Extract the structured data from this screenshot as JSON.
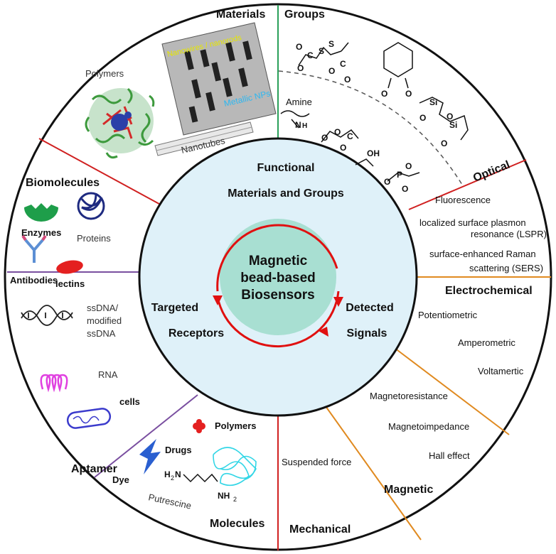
{
  "center": {
    "line1": "Magnetic",
    "line2": "bead-based",
    "line3": "Biosensors"
  },
  "ring": {
    "top_line1": "Functional",
    "top_line2": "Materials and Groups",
    "left_line1": "Targeted",
    "left_line2": "Receptors",
    "right_line1": "Detected",
    "right_line2": "Signals"
  },
  "materials": {
    "title": "Materials",
    "polymers": "Polymers",
    "nanowires": "Nanowires / nanorods",
    "metallic_nps": "Metallic NPs",
    "nanotubes": "Nanotubes"
  },
  "groups": {
    "title": "Groups",
    "amine": "Amine",
    "oh": "OH"
  },
  "biomolecules": {
    "title": "Biomolecules",
    "enzymes": "Enzymes",
    "proteins": "Proteins",
    "antibodies": "Antibodies",
    "lectins": "lectins"
  },
  "aptamer": {
    "title": "Aptamer",
    "ssdna": "ssDNA/",
    "ssdna2": "modified",
    "ssdna3": "ssDNA",
    "rna": "RNA",
    "cells": "cells"
  },
  "molecules": {
    "title": "Molecules",
    "drugs": "Drugs",
    "polymers": "Polymers",
    "dye": "Dye",
    "putrescine": "Putrescine"
  },
  "optical": {
    "title": "Optical",
    "fluorescence": "Fluorescence",
    "lspr1": "localized surface plasmon",
    "lspr2": "resonance (LSPR)",
    "sers1": "surface-enhanced Raman",
    "sers2": "scattering (SERS)"
  },
  "electrochemical": {
    "title": "Electrochemical",
    "potentiometric": "Potentiometric",
    "amperometric": "Amperometric",
    "voltametric": "Voltamertic"
  },
  "magnetic": {
    "title": "Magnetic",
    "magnetoresistance": "Magnetoresistance",
    "magnetoimpedance": "Magnetoimpedance",
    "hall": "Hall effect"
  },
  "mechanical": {
    "title": "Mechanical",
    "suspended": "Suspended force"
  },
  "colors": {
    "hub_fill": "#a8dfd2",
    "ring_fill": "#dff1f9",
    "arrow": "#e01010",
    "divider_red": "#d02020",
    "divider_green": "#2aa05a",
    "divider_purple": "#7a4fa0",
    "divider_orange": "#e08a20"
  }
}
